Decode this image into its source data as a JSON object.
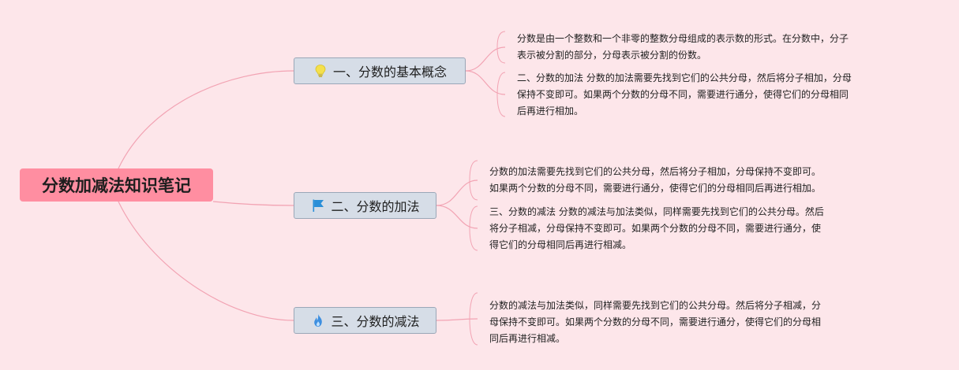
{
  "root": {
    "label": "分数加减法知识笔记"
  },
  "branches": [
    {
      "label": "一、分数的基本概念",
      "icon": "lightbulb-icon",
      "leaves": [
        {
          "lines": [
            "分数是由一个整数和一个非零的整数分母组成的表示数的形式。在分数中，分子",
            "表示被分割的部分，分母表示被分割的份数。"
          ]
        },
        {
          "lines": [
            "二、分数的加法 分数的加法需要先找到它们的公共分母，然后将分子相加，分母",
            "保持不变即可。如果两个分数的分母不同，需要进行通分，使得它们的分母相同",
            "后再进行相加。"
          ]
        }
      ]
    },
    {
      "label": "二、分数的加法",
      "icon": "flag-icon",
      "leaves": [
        {
          "lines": [
            "分数的加法需要先找到它们的公共分母，然后将分子相加，分母保持不变即可。",
            "如果两个分数的分母不同，需要进行通分，使得它们的分母相同后再进行相加。"
          ]
        },
        {
          "lines": [
            "三、分数的减法 分数的减法与加法类似，同样需要先找到它们的公共分母。然后",
            "将分子相减，分母保持不变即可。如果两个分数的分母不同，需要进行通分，使",
            "得它们的分母相同后再进行相减。"
          ]
        }
      ]
    },
    {
      "label": "三、分数的减法",
      "icon": "fire-icon",
      "leaves": [
        {
          "lines": [
            "分数的减法与加法类似，同样需要先找到它们的公共分母。然后将分子相减，分",
            "母保持不变即可。如果两个分数的分母不同，需要进行通分，使得它们的分母相",
            "同后再进行相减。"
          ]
        }
      ]
    }
  ],
  "colors": {
    "background": "#fde6ea",
    "root_fill": "#ff8ea1",
    "branch_fill": "#d6dde7",
    "branch_border": "#9aa7b8",
    "link": "#f2a3b3",
    "lightbulb": "#f4e04d",
    "flag": "#2a8fd8",
    "fire": "#3d8fe0"
  }
}
